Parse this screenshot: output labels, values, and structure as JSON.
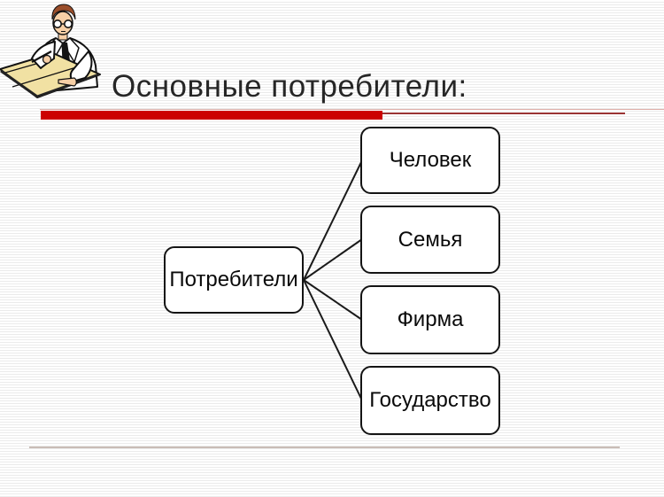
{
  "slide": {
    "title": "Основные потребители:",
    "clipart": "man-writing-at-desk"
  },
  "diagram": {
    "type": "fan-out",
    "root_label": "Потребители",
    "children": [
      {
        "label": "Человек"
      },
      {
        "label": "Семья"
      },
      {
        "label": "Фирма"
      },
      {
        "label": "Государство"
      }
    ]
  },
  "decor": {
    "accent_bar_color": "#cc0000",
    "accent_line_color": "#993333",
    "underline_tint_color": "#ddada7",
    "footer_line_color": "#c9bdb6",
    "node_border_color": "#141414",
    "background_stripe_color": "#ebebeb"
  }
}
